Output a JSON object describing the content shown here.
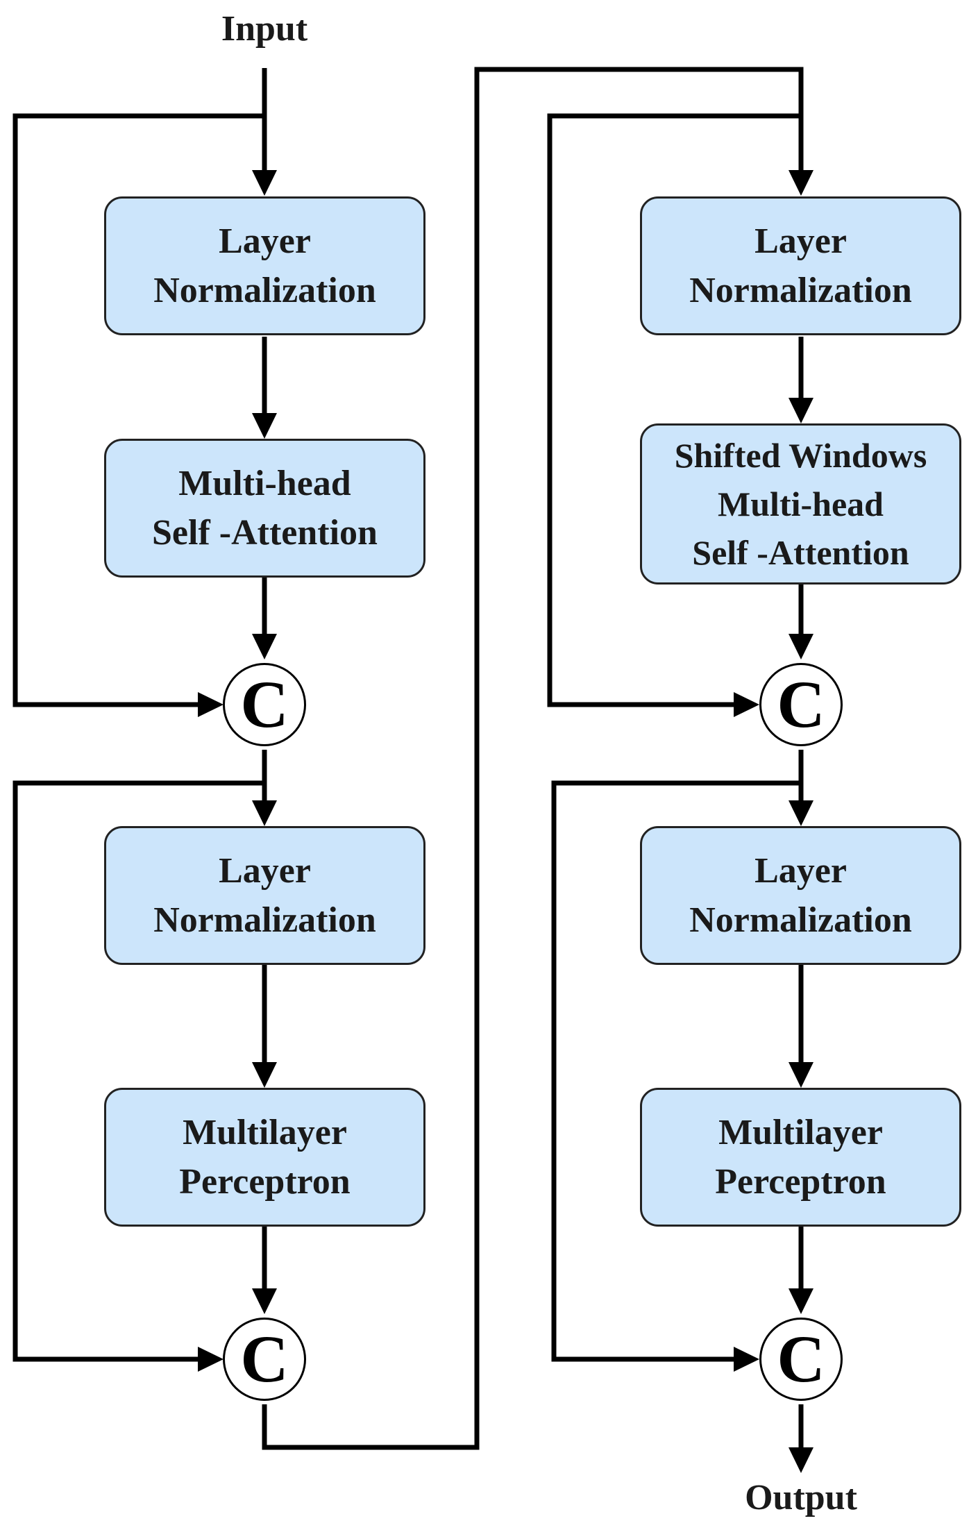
{
  "input_label": "Input",
  "output_label": "Output",
  "concat_symbol": "C",
  "left_block": {
    "layer_norm_1": [
      "Layer",
      "Normalization"
    ],
    "attention": [
      "Multi-head",
      "Self -Attention"
    ],
    "layer_norm_2": [
      "Layer",
      "Normalization"
    ],
    "mlp": [
      "Multilayer",
      "Perceptron"
    ]
  },
  "right_block": {
    "layer_norm_1": [
      "Layer",
      "Normalization"
    ],
    "attention": [
      "Shifted Windows",
      "Multi-head",
      "Self -Attention"
    ],
    "layer_norm_2": [
      "Layer",
      "Normalization"
    ],
    "mlp": [
      "Multilayer",
      "Perceptron"
    ]
  },
  "colors": {
    "box_fill": "#cce5fb",
    "box_border": "#222222",
    "line": "#000000"
  }
}
